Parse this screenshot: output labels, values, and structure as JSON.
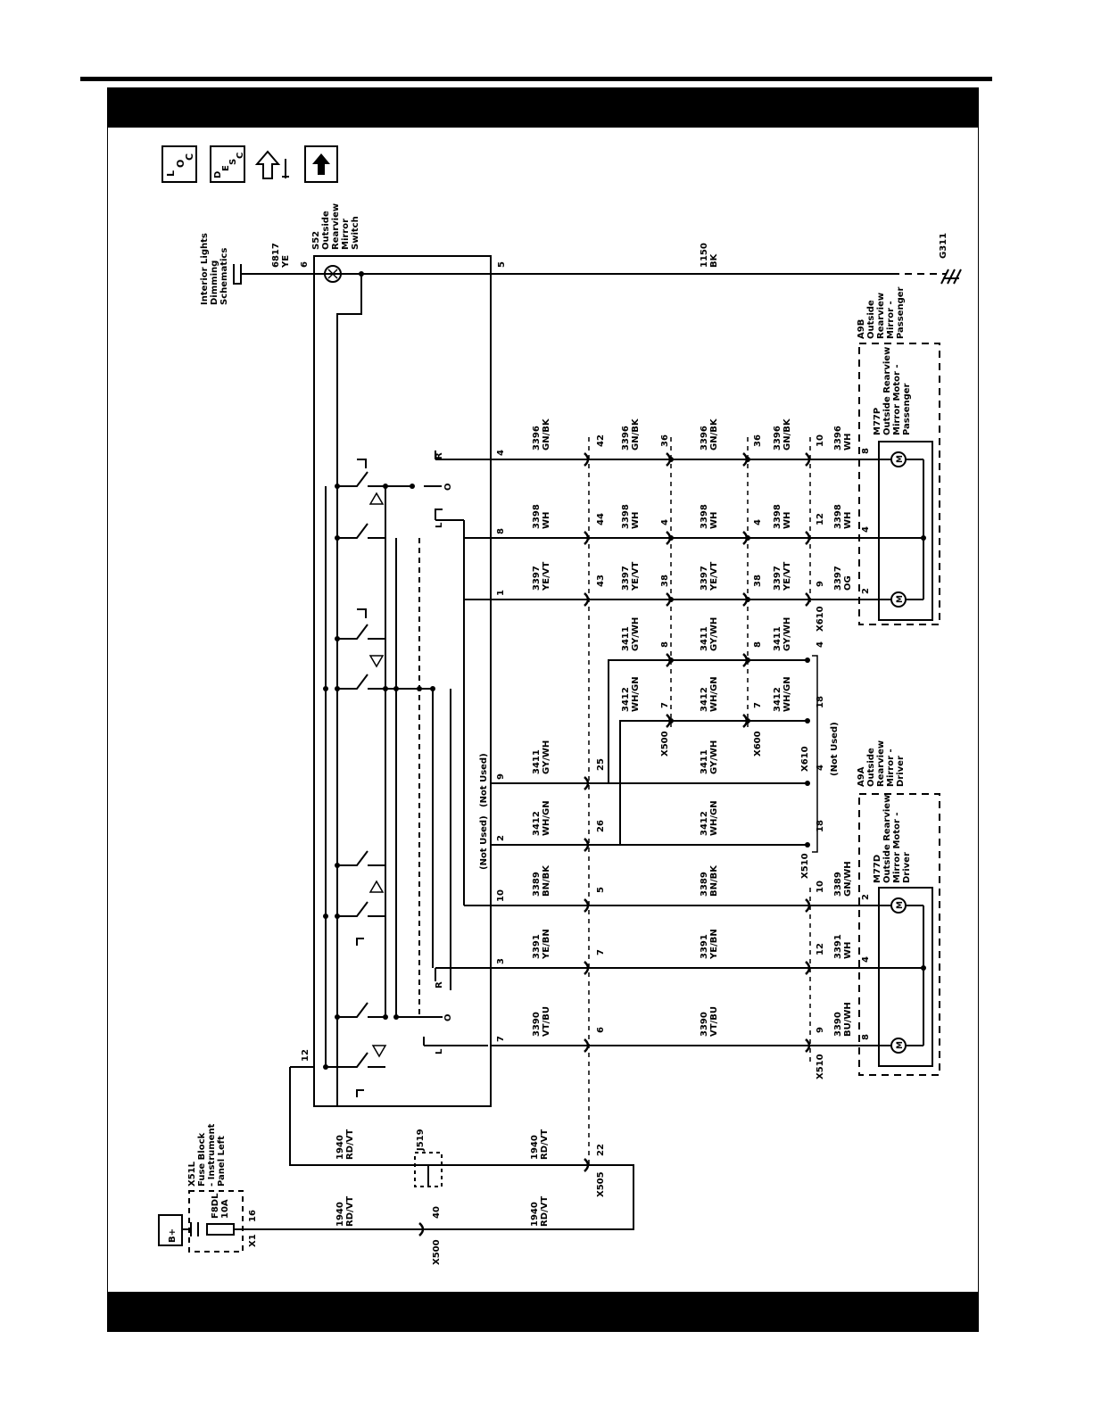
{
  "nav_icons": [
    {
      "name": "location-icon",
      "letters": [
        "L",
        "O",
        "C"
      ]
    },
    {
      "name": "description-icon",
      "letters": [
        "D",
        "E",
        "S",
        "C"
      ]
    },
    {
      "name": "diagnostic-tool-icon"
    },
    {
      "name": "up-arrow-icon"
    }
  ],
  "left_labels": {
    "interior": [
      "Interior Lights",
      "Dimming",
      "Schematics"
    ],
    "wire6817": [
      "6817",
      "YE"
    ],
    "pin6": "6",
    "s52": [
      "S52",
      "Outside",
      "Rearview",
      "Mirror",
      "Switch"
    ],
    "pin5": "5",
    "wire1150": [
      "1150",
      "BK"
    ],
    "ground": "G311",
    "a9b": [
      "A9B",
      "Outside",
      "Rearview",
      "Mirror -",
      "Passenger"
    ],
    "m77p": [
      "M77P",
      "Outside Rearview",
      "Mirror Motor -",
      "Passenger"
    ],
    "a9a": [
      "A9A",
      "Outside",
      "Rearview",
      "Mirror -",
      "Driver"
    ],
    "m77d": [
      "M77D",
      "Outside Rearview",
      "Mirror Motor -",
      "Driver"
    ],
    "x51l": [
      "X51L",
      "Fuse Block",
      "- Instrument",
      "Panel Left"
    ],
    "fuse": [
      "F8DL",
      "10A"
    ],
    "bplus": "B+",
    "x1": "X1",
    "pin16": "16",
    "pin12": "12",
    "j519": "J519",
    "x500a": "X500",
    "pin40": "40",
    "x505": "X505",
    "pin22": "22",
    "wire1940": [
      "1940",
      "RD/VT"
    ],
    "not_used": "(Not Used)",
    "x500": "X500",
    "x600": "X600",
    "x610": "X610",
    "x510": "X510",
    "L": "L",
    "R": "R",
    "O": "O",
    "M": "M"
  },
  "columns": [
    {
      "id": "c4",
      "sw": "4",
      "w1": [
        "3396",
        "GN/BK"
      ],
      "c1": "42",
      "w2": [
        "3396",
        "GN/BK"
      ],
      "c2": "36",
      "w3": [
        "3396",
        "GN/BK"
      ],
      "c3": "36",
      "w4": [
        "3396",
        "GN/BK"
      ],
      "c4": "10",
      "w5": [
        "3396",
        "WH"
      ],
      "m": "8"
    },
    {
      "id": "c8",
      "sw": "8",
      "w1": [
        "3398",
        "WH"
      ],
      "c1": "44",
      "w2": [
        "3398",
        "WH"
      ],
      "c2": "4",
      "w3": [
        "3398",
        "WH"
      ],
      "c3": "4",
      "w4": [
        "3398",
        "WH"
      ],
      "c4": "12",
      "w5": [
        "3398",
        "WH"
      ],
      "m": "4"
    },
    {
      "id": "c1",
      "sw": "1",
      "w1": [
        "3397",
        "YE/VT"
      ],
      "c1": "43",
      "w2": [
        "3397",
        "YE/VT"
      ],
      "c2": "38",
      "w3": [
        "3397",
        "YE/VT"
      ],
      "c3": "38",
      "w4": [
        "3397",
        "YE/VT"
      ],
      "c4": "9",
      "w5": [
        "3397",
        "OG"
      ],
      "m": "2"
    },
    {
      "id": "c3411",
      "w2": [
        "3411",
        "GY/WH"
      ],
      "c2": "8",
      "w3": [
        "3411",
        "GY/WH"
      ],
      "c3": "8",
      "w4": [
        "3411",
        "GY/WH"
      ],
      "c4": "4"
    },
    {
      "id": "c3412",
      "w2": [
        "3412",
        "WH/GN"
      ],
      "c2": "7",
      "w3": [
        "3412",
        "WH/GN"
      ],
      "c3": "7",
      "w4": [
        "3412",
        "WH/GN"
      ],
      "c4": "18"
    },
    {
      "id": "c9",
      "sw": "9",
      "w1": [
        "3411",
        "GY/WH"
      ],
      "c1": "25",
      "w3": [
        "3411",
        "GY/WH"
      ],
      "c4": "4"
    },
    {
      "id": "c2",
      "sw": "2",
      "w1": [
        "3412",
        "WH/GN"
      ],
      "c1": "26",
      "w3": [
        "3412",
        "WH/GN"
      ],
      "c4": "18"
    },
    {
      "id": "c10",
      "sw": "10",
      "w1": [
        "3389",
        "BN/BK"
      ],
      "c1": "5",
      "w3": [
        "3389",
        "BN/BK"
      ],
      "c4": "10",
      "w5": [
        "3389",
        "GN/WH"
      ],
      "m": "2"
    },
    {
      "id": "c3",
      "sw": "3",
      "w1": [
        "3391",
        "YE/BN"
      ],
      "c1": "7",
      "w3": [
        "3391",
        "YE/BN"
      ],
      "c4": "12",
      "w5": [
        "3391",
        "WH"
      ],
      "m": "4"
    },
    {
      "id": "c7",
      "sw": "7",
      "w1": [
        "3390",
        "VT/BU"
      ],
      "c1": "6",
      "w3": [
        "3390",
        "VT/BU"
      ],
      "c4": "9",
      "w5": [
        "3390",
        "BU/WH"
      ],
      "m": "8"
    }
  ]
}
